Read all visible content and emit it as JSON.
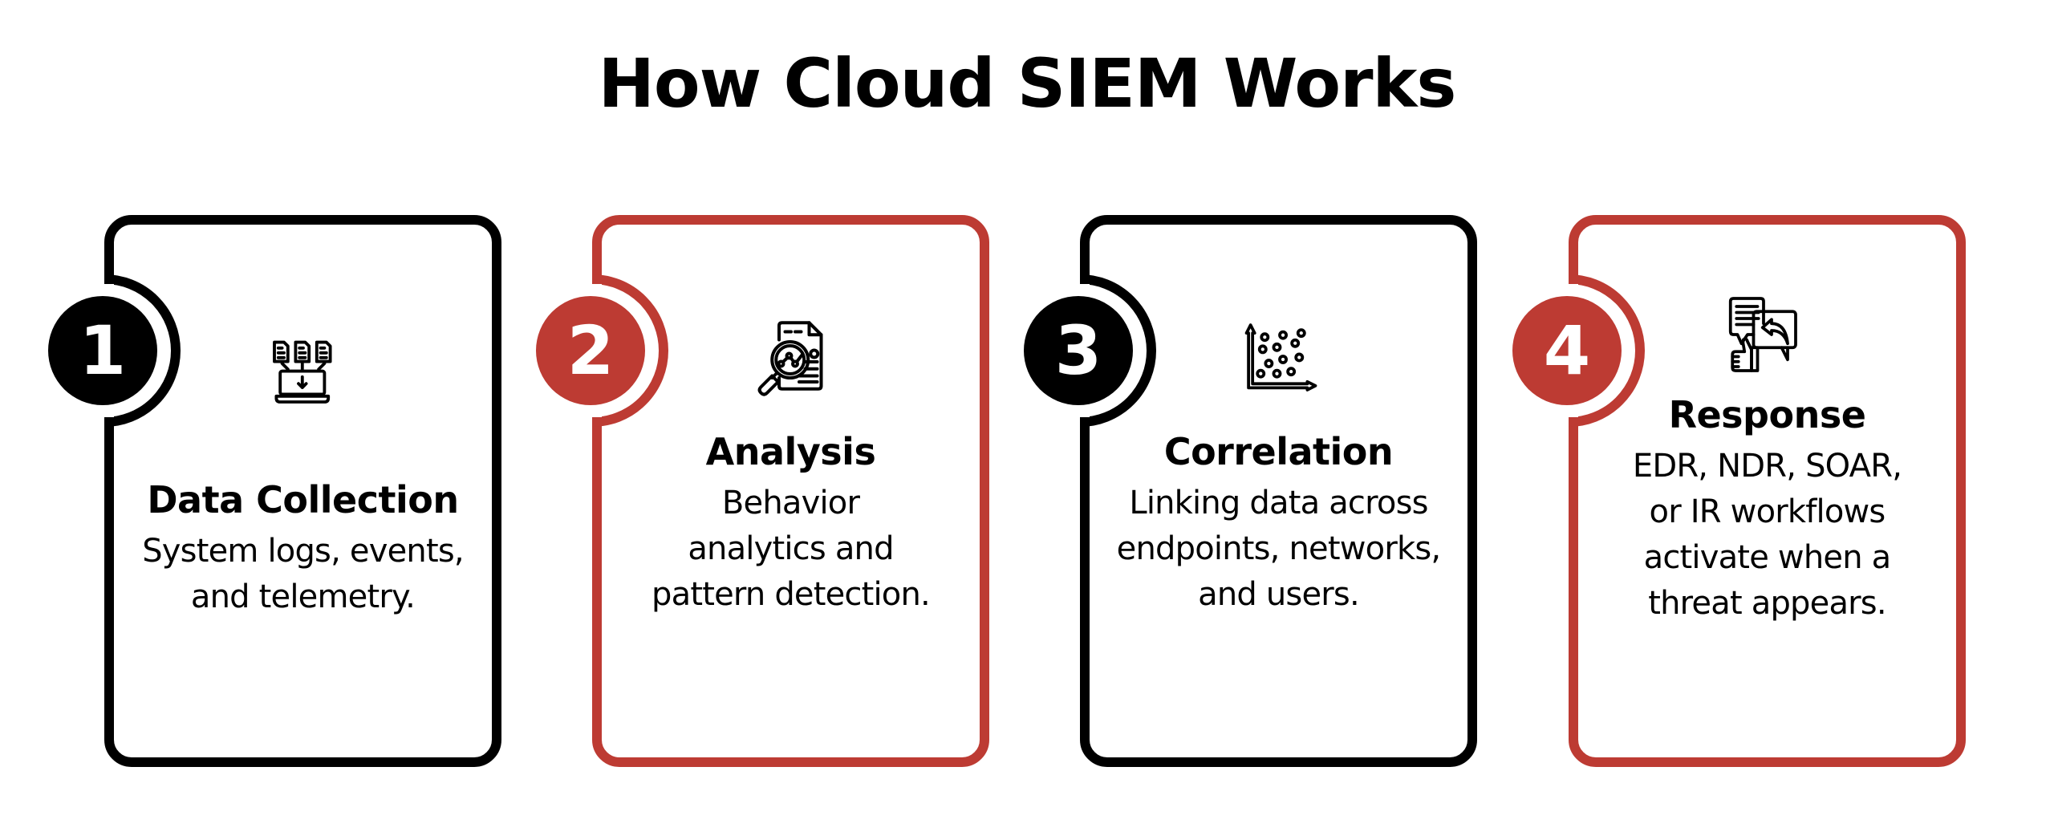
{
  "title": "How Cloud SIEM Works",
  "colors": {
    "black": "#000000",
    "red": "#bd3b33"
  },
  "steps": [
    {
      "number": "1",
      "title": "Data Collection",
      "description_lines": [
        "System logs, events,",
        "and telemetry."
      ],
      "icon": "laptop-download-documents-icon",
      "color": "black"
    },
    {
      "number": "2",
      "title": "Analysis",
      "description_lines": [
        "Behavior",
        "analytics and",
        "pattern detection."
      ],
      "icon": "magnifier-report-analytics-icon",
      "color": "red"
    },
    {
      "number": "3",
      "title": "Correlation",
      "description_lines": [
        "Linking data across",
        "endpoints, networks,",
        "and users."
      ],
      "icon": "scatter-plot-icon",
      "color": "black"
    },
    {
      "number": "4",
      "title": "Response",
      "description_lines": [
        "EDR, NDR, SOAR,",
        "or IR workflows",
        "activate when a",
        "threat appears."
      ],
      "icon": "chat-reply-thumbs-up-icon",
      "color": "red"
    }
  ]
}
